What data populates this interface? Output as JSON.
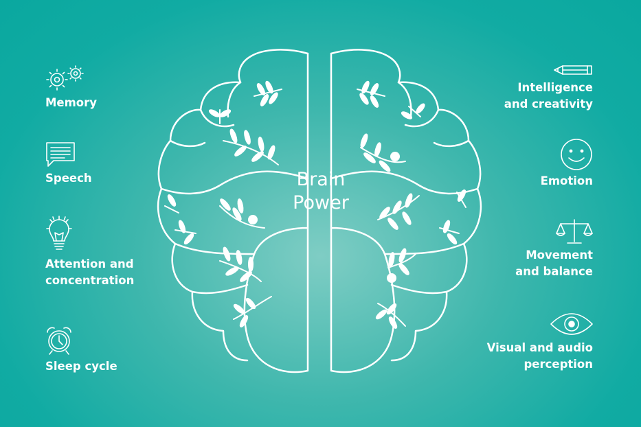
{
  "title": {
    "line1": "Brain",
    "line2": "Power"
  },
  "left_items": [
    {
      "label": "Memory",
      "icon": "gears-icon"
    },
    {
      "label": "Speech",
      "icon": "speech-bubble-icon"
    },
    {
      "label_line1": "Attention and",
      "label_line2": "concentration",
      "icon": "lightbulb-icon"
    },
    {
      "label": "Sleep cycle",
      "icon": "alarm-clock-icon"
    }
  ],
  "right_items": [
    {
      "label_line1": "Intelligence",
      "label_line2": "and creativity",
      "icon": "pencil-icon"
    },
    {
      "label": "Emotion",
      "icon": "smiley-icon"
    },
    {
      "label_line1": "Movement",
      "label_line2": "and balance",
      "icon": "scales-icon"
    },
    {
      "label_line1": "Visual and audio",
      "label_line2": "perception",
      "icon": "eye-icon"
    }
  ],
  "colors": {
    "background": "#11aba3",
    "foreground": "#ffffff"
  }
}
